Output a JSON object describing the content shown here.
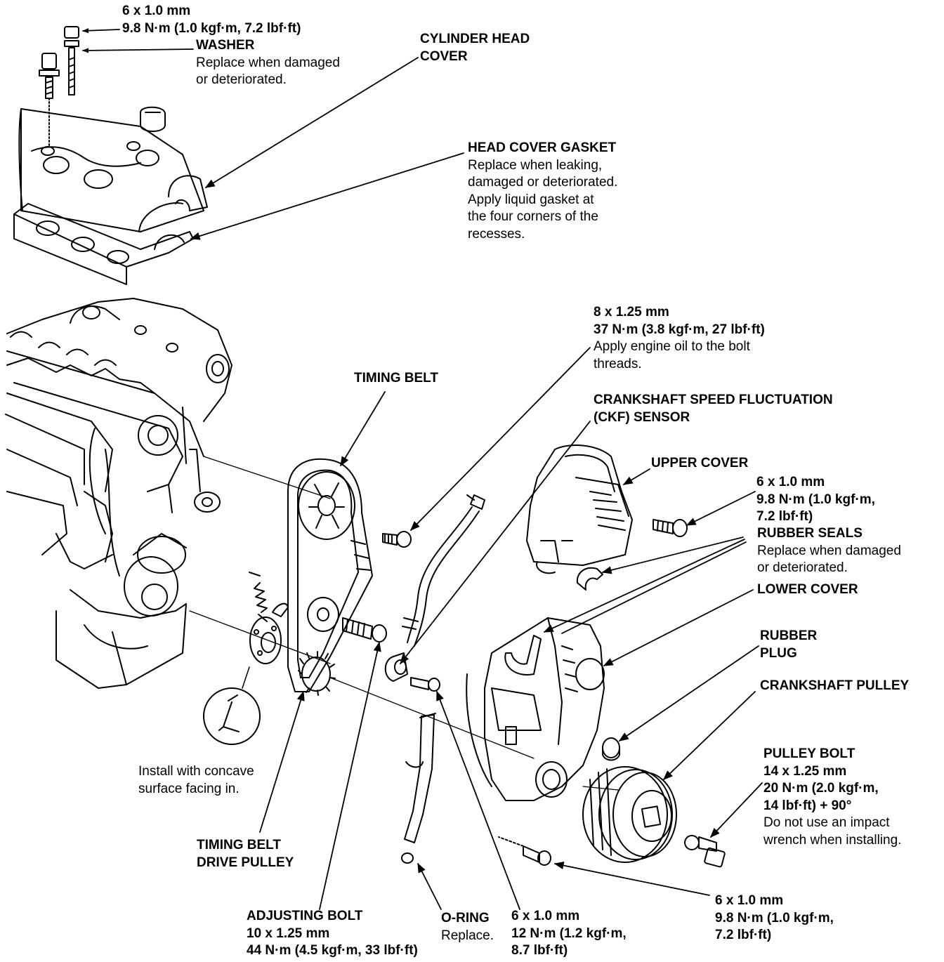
{
  "diagram": {
    "top_bolt": {
      "spec": "6 x 1.0 mm",
      "torque": "9.8 N·m (1.0 kgf·m, 7.2 lbf·ft)"
    },
    "washer": {
      "title": "WASHER",
      "lines": [
        "Replace when damaged",
        "or deteriorated."
      ]
    },
    "cylinder_head_cover": {
      "lines": [
        "CYLINDER HEAD",
        "COVER"
      ]
    },
    "head_cover_gasket": {
      "title": "HEAD COVER GASKET",
      "lines": [
        "Replace when leaking,",
        "damaged or deteriorated.",
        "Apply liquid gasket at",
        "the four corners of the",
        "recesses."
      ]
    },
    "cam_bolt": {
      "spec": "8 x 1.25 mm",
      "torque": "37 N·m (3.8 kgf·m, 27 lbf·ft)",
      "lines": [
        "Apply engine oil to the bolt",
        "threads."
      ]
    },
    "timing_belt": {
      "title": "TIMING BELT"
    },
    "ckf_sensor": {
      "lines": [
        "CRANKSHAFT SPEED FLUCTUATION",
        "(CKF) SENSOR"
      ]
    },
    "upper_cover": {
      "title": "UPPER COVER"
    },
    "upper_cover_bolt": {
      "lines": [
        "6 x 1.0 mm",
        "9.8 N·m (1.0 kgf·m,",
        "7.2 lbf·ft)"
      ]
    },
    "rubber_seals": {
      "title": "RUBBER SEALS",
      "lines": [
        "Replace when damaged",
        "or deteriorated."
      ]
    },
    "lower_cover": {
      "title": "LOWER COVER"
    },
    "rubber_plug": {
      "lines": [
        "RUBBER",
        "PLUG"
      ]
    },
    "crankshaft_pulley": {
      "title": "CRANKSHAFT PULLEY"
    },
    "pulley_bolt": {
      "bold_lines": [
        "PULLEY BOLT",
        "14 x 1.25 mm",
        "20 N·m (2.0 kgf·m,",
        "14 lbf·ft) + 90°"
      ],
      "lines": [
        "Do not use an impact",
        "wrench when installing."
      ]
    },
    "install_note": {
      "lines": [
        "Install with concave",
        "surface facing in."
      ]
    },
    "drive_pulley": {
      "lines": [
        "TIMING BELT",
        "DRIVE PULLEY"
      ]
    },
    "adjusting_bolt": {
      "lines": [
        "ADJUSTING BOLT",
        "10 x 1.25 mm",
        "44 N·m (4.5 kgf·m, 33 lbf·ft)"
      ]
    },
    "o_ring": {
      "title": "O-RING",
      "note": "Replace."
    },
    "dipstick_bolt": {
      "lines": [
        "6 x 1.0 mm",
        "12 N·m (1.2 kgf·m,",
        "8.7 lbf·ft)"
      ]
    },
    "lower_bolt": {
      "lines": [
        "6 x 1.0 mm",
        "9.8 N·m (1.0 kgf·m,",
        "7.2 lbf·ft)"
      ]
    }
  }
}
